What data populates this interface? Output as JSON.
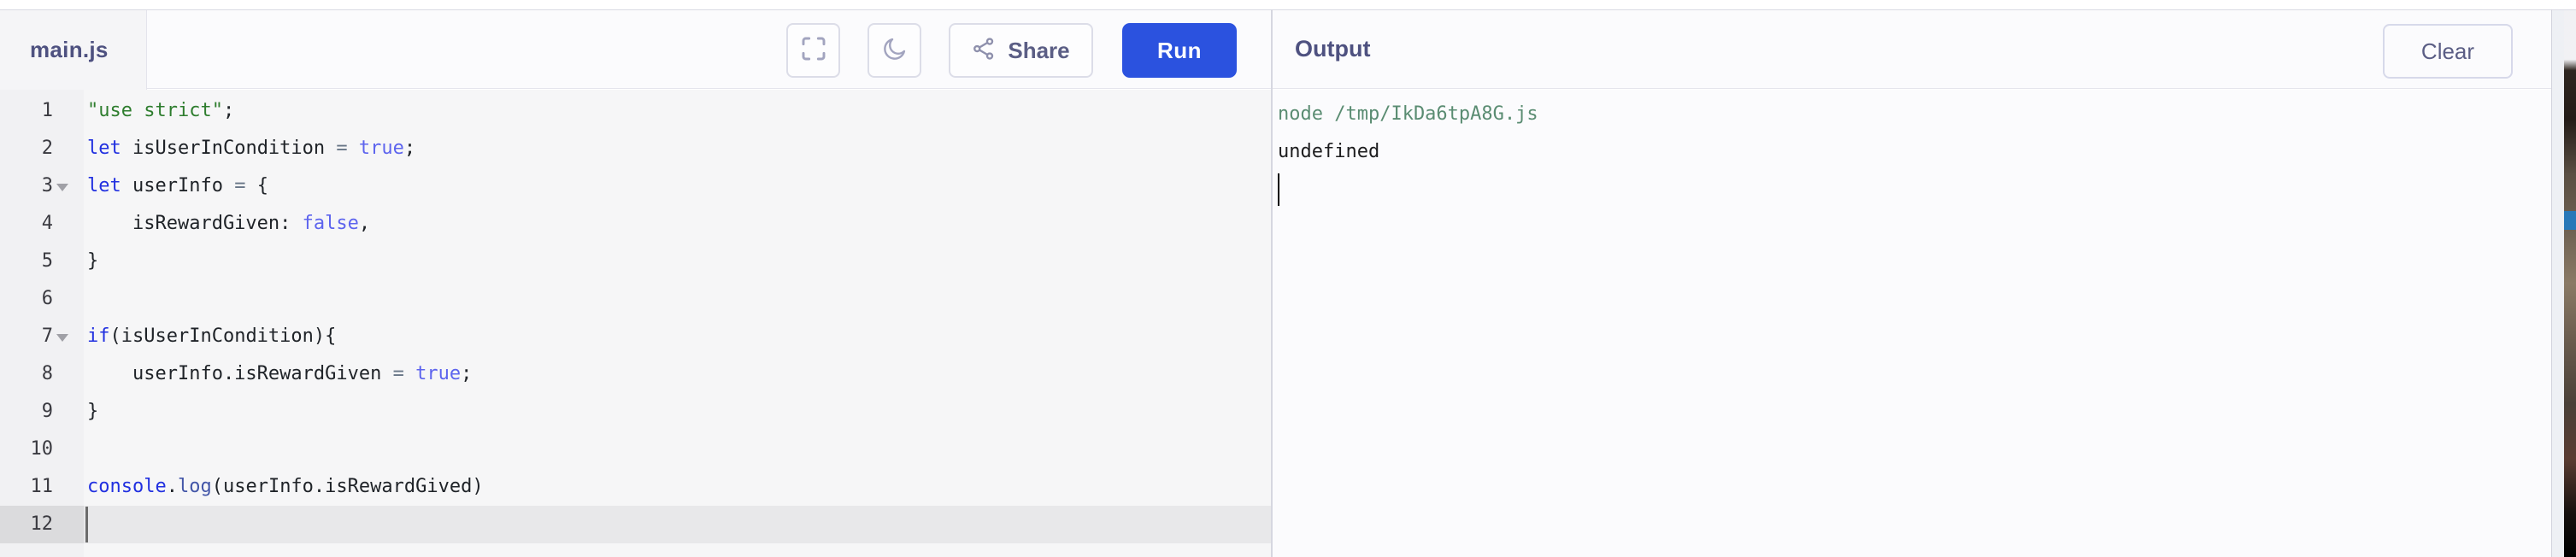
{
  "editor_tab": {
    "title": "main.js"
  },
  "toolbar": {
    "share_label": "Share",
    "run_label": "Run"
  },
  "output_panel": {
    "title": "Output",
    "clear_label": "Clear",
    "lines": [
      {
        "type": "command",
        "text": "node /tmp/IkDa6tpA8G.js"
      },
      {
        "type": "result",
        "text": "undefined"
      },
      {
        "type": "cursor",
        "text": ""
      }
    ]
  },
  "code": {
    "lines": [
      {
        "num": "1",
        "tokens": [
          {
            "t": "\"use strict\"",
            "c": "str"
          },
          {
            "t": ";",
            "c": "plain"
          }
        ]
      },
      {
        "num": "2",
        "tokens": [
          {
            "t": "let",
            "c": "kw"
          },
          {
            "t": " isUserInCondition ",
            "c": "plain"
          },
          {
            "t": "=",
            "c": "op"
          },
          {
            "t": " ",
            "c": "plain"
          },
          {
            "t": "true",
            "c": "const"
          },
          {
            "t": ";",
            "c": "plain"
          }
        ]
      },
      {
        "num": "3",
        "fold": true,
        "tokens": [
          {
            "t": "let",
            "c": "kw"
          },
          {
            "t": " userInfo ",
            "c": "plain"
          },
          {
            "t": "=",
            "c": "op"
          },
          {
            "t": " {",
            "c": "plain"
          }
        ]
      },
      {
        "num": "4",
        "tokens": [
          {
            "t": "    isRewardGiven: ",
            "c": "plain"
          },
          {
            "t": "false",
            "c": "const"
          },
          {
            "t": ",",
            "c": "plain"
          }
        ]
      },
      {
        "num": "5",
        "tokens": [
          {
            "t": "}",
            "c": "plain"
          }
        ]
      },
      {
        "num": "6",
        "tokens": []
      },
      {
        "num": "7",
        "fold": true,
        "tokens": [
          {
            "t": "if",
            "c": "kw"
          },
          {
            "t": "(isUserInCondition){",
            "c": "plain"
          }
        ]
      },
      {
        "num": "8",
        "tokens": [
          {
            "t": "    userInfo.isRewardGiven ",
            "c": "plain"
          },
          {
            "t": "=",
            "c": "op"
          },
          {
            "t": " ",
            "c": "plain"
          },
          {
            "t": "true",
            "c": "const"
          },
          {
            "t": ";",
            "c": "plain"
          }
        ]
      },
      {
        "num": "9",
        "tokens": [
          {
            "t": "}",
            "c": "plain"
          }
        ]
      },
      {
        "num": "10",
        "tokens": []
      },
      {
        "num": "11",
        "tokens": [
          {
            "t": "console",
            "c": "kw"
          },
          {
            "t": ".",
            "c": "plain"
          },
          {
            "t": "log",
            "c": "fn"
          },
          {
            "t": "(userInfo.isRewardGived)",
            "c": "plain"
          }
        ]
      },
      {
        "num": "12",
        "active": true,
        "cursor": true,
        "tokens": []
      }
    ]
  },
  "colors": {
    "accent_run_button": "#2b52df",
    "keyword": "#2130e0",
    "string": "#2e7d2e",
    "constant": "#5d64ee",
    "operator": "#687687",
    "output_command": "#5a8c72",
    "active_line": "#e8e8ea",
    "header_text": "#4e5180"
  },
  "icons": {
    "fullscreen": "fullscreen-icon",
    "moon": "dark-mode-moon-icon",
    "share": "share-icon"
  }
}
